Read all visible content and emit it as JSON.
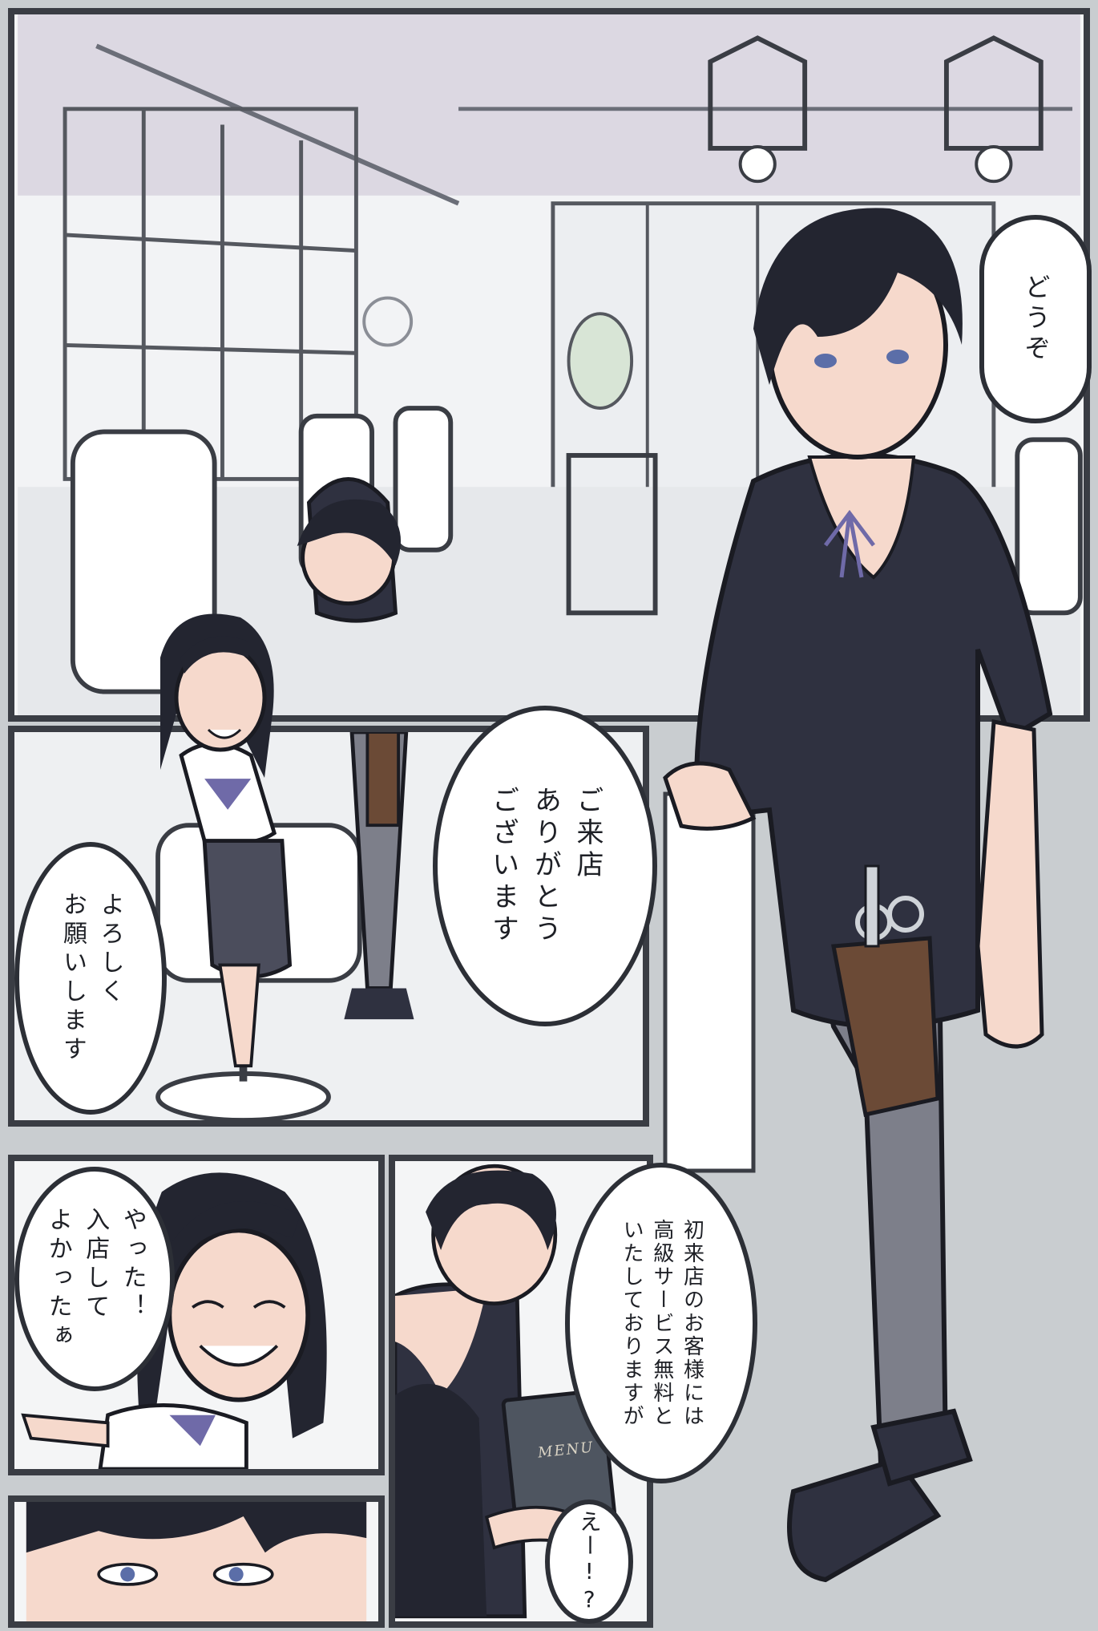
{
  "colors": {
    "gutter": "#c9cdd0",
    "panel_border": "#3a3d44",
    "hair": "#232530",
    "skin": "#f6d9cc",
    "shirt": "#2f3140",
    "pants": "#7d7f8a",
    "holster": "#6b4a36",
    "blouse_accent": "#6f6aa8"
  },
  "bubbles": {
    "douzo": "どうぞ",
    "welcome": "ご来店\nありがとう\nございます",
    "yoroshiku": "よろしく\nお願いします",
    "yatta": "やった！\n入店して\nよかったぁ",
    "free_service": "初来店のお客様には\n高級サービス無料と\nいたしておりますが",
    "ee": "えー!?"
  },
  "menu_book": {
    "label": "MENU"
  }
}
